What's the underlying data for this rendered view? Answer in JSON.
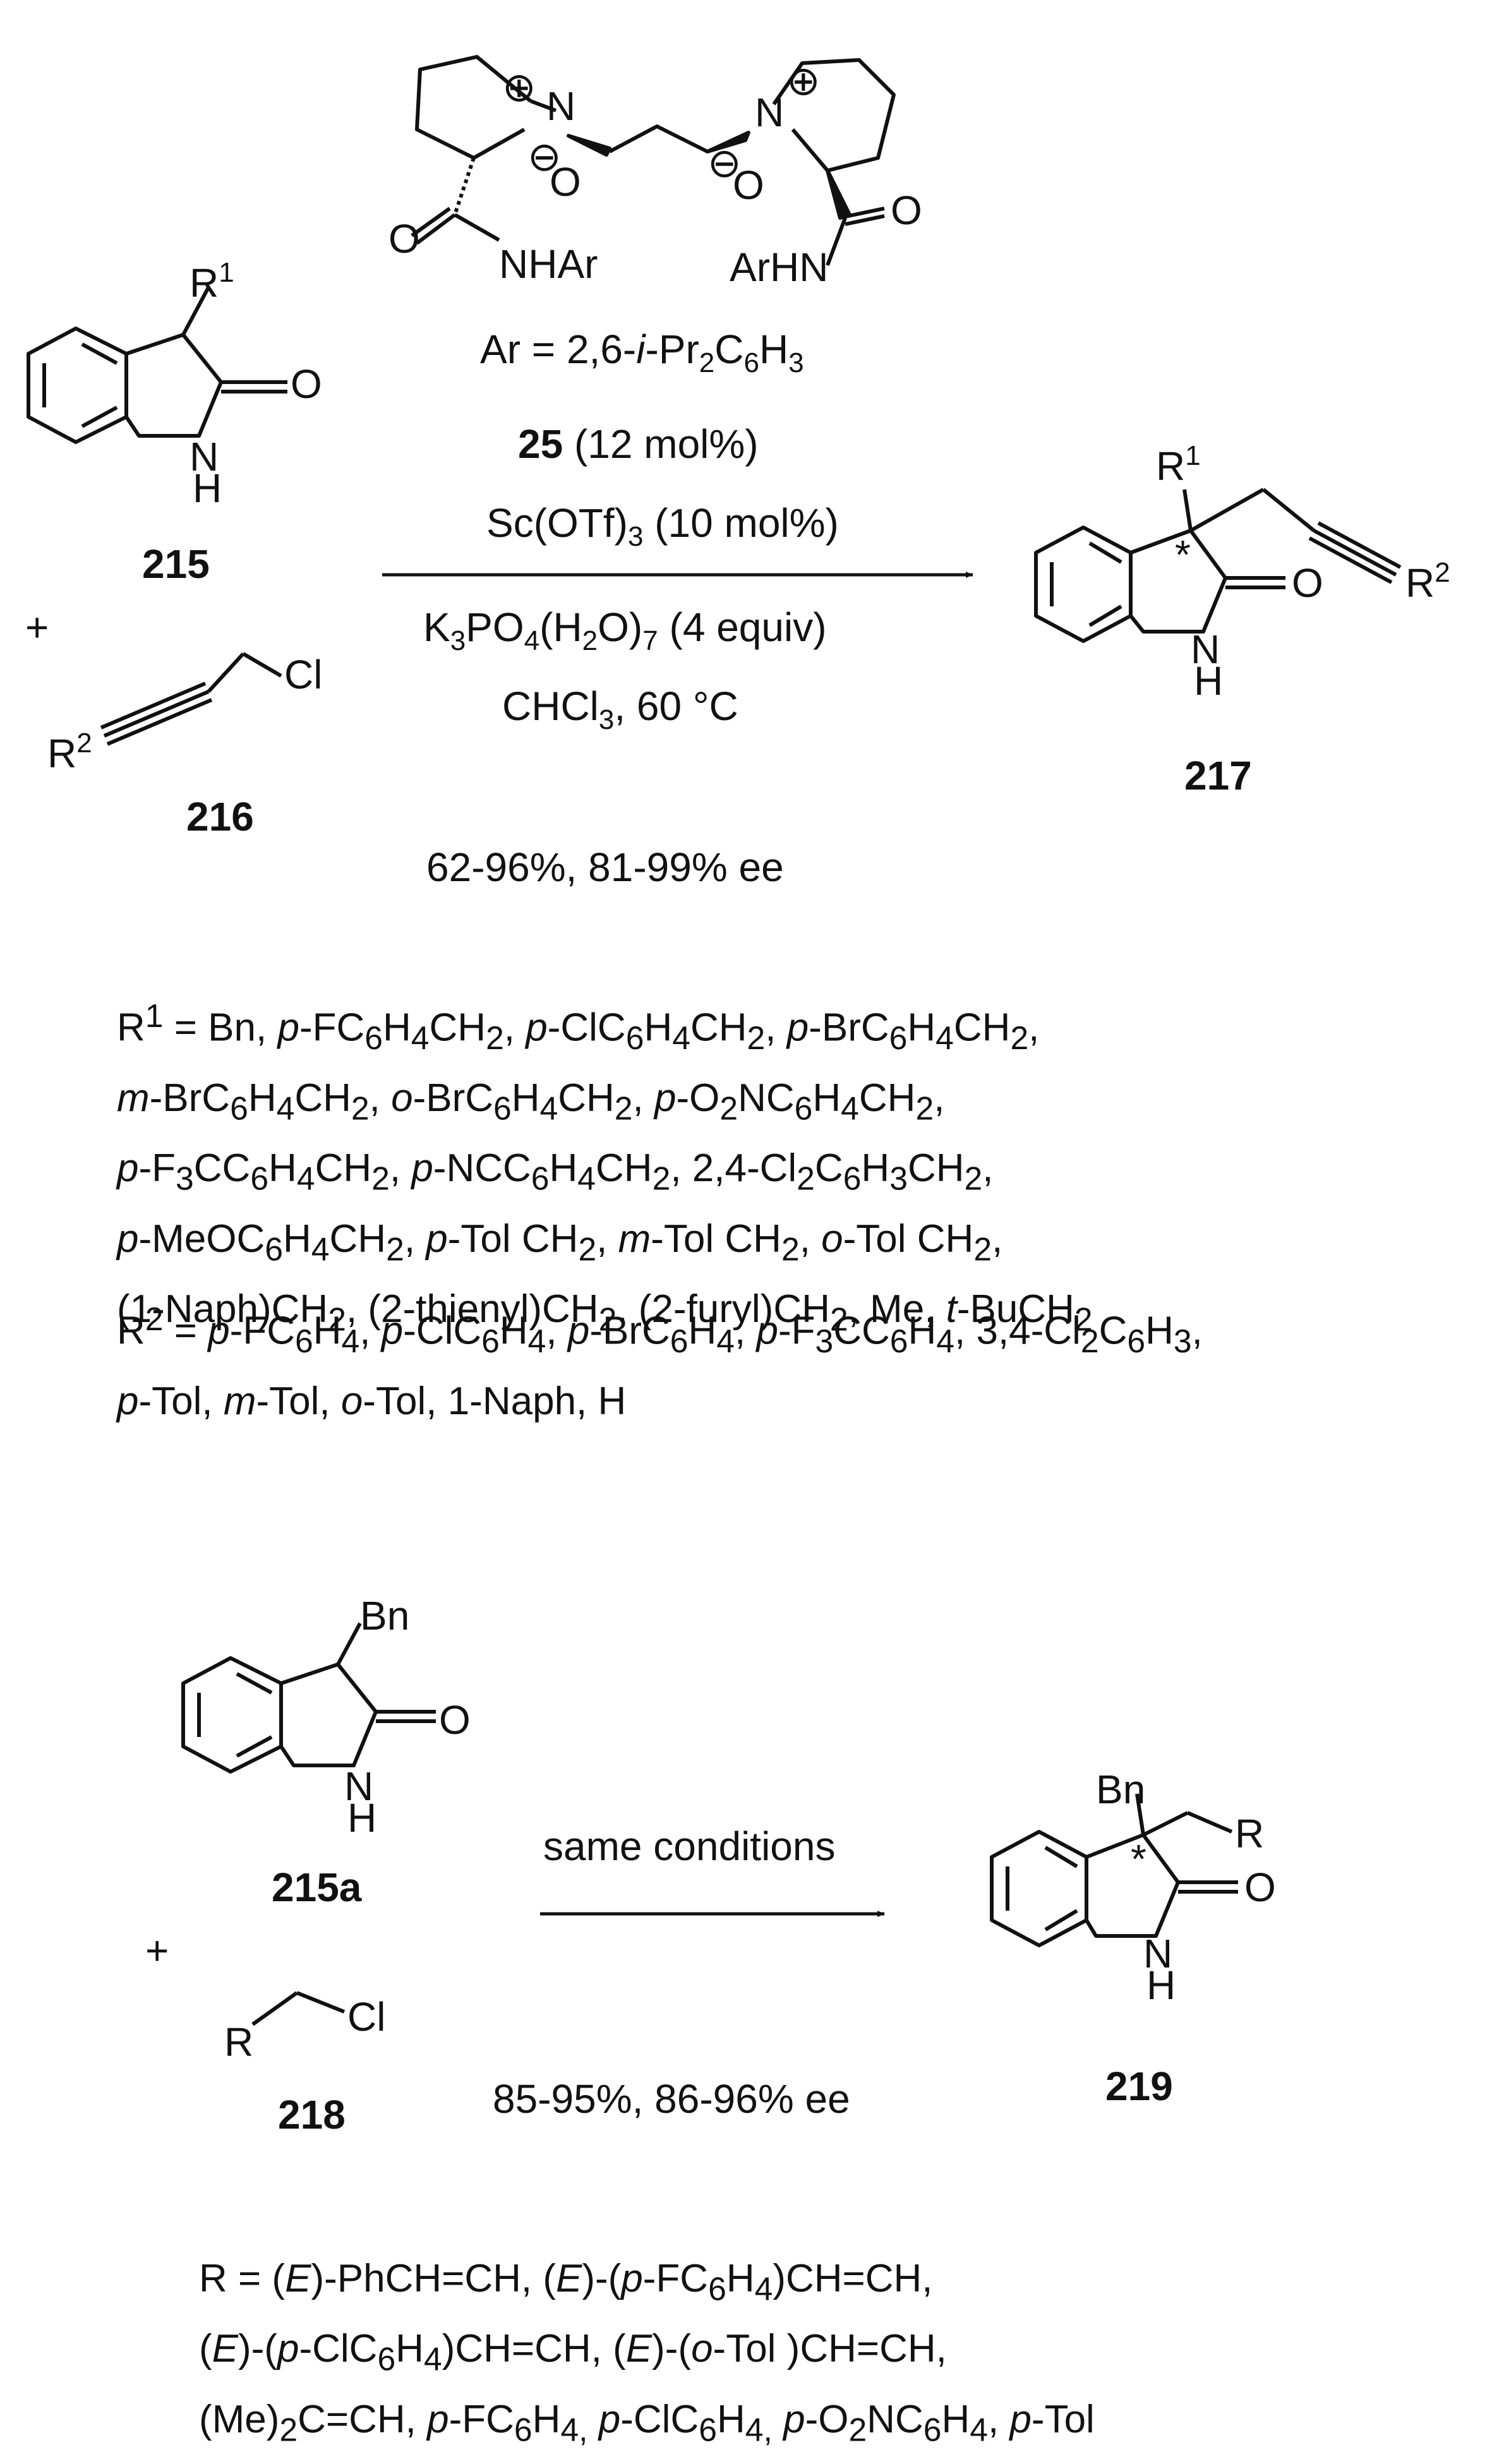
{
  "scheme1": {
    "catalyst": {
      "charge_plus": "⊕",
      "charge_minus": "⊖",
      "n_label": "N",
      "o_label": "O",
      "carbonyl_o": "O",
      "amide_left": "NHAr",
      "amide_right": "ArHN",
      "ar_def_prefix": "Ar = 2,6-",
      "ar_def_italic": "i",
      "ar_def_rest": "-Pr",
      "ar_def_sub1": "2",
      "ar_def_c": "C",
      "ar_def_sub2": "6",
      "ar_def_h": "H",
      "ar_def_sub3": "3"
    },
    "reagent_id": "25",
    "reagent_loading": " (12 mol%)",
    "cond2_a": "Sc(OTf)",
    "cond2_sub": "3",
    "cond2_b": " (10 mol%)",
    "cond3_a": "K",
    "cond3_s1": "3",
    "cond3_b": "PO",
    "cond3_s2": "4",
    "cond3_c": "(H",
    "cond3_s3": "2",
    "cond3_d": "O)",
    "cond3_s4": "7",
    "cond3_e": " (4 equiv)",
    "cond4_a": "CHCl",
    "cond4_sub": "3",
    "cond4_b": ", 60 °C",
    "substrate": {
      "r": "R",
      "r_sup": "1",
      "o": "O",
      "n": "N",
      "h": "H",
      "id": "215"
    },
    "plus": "+",
    "halide": {
      "r": "R",
      "r_sup": "2",
      "cl": "Cl",
      "id": "216"
    },
    "product": {
      "r1": "R",
      "r1_sup": "1",
      "star": "*",
      "o": "O",
      "n": "N",
      "h": "H",
      "r2": "R",
      "r2_sup": "2",
      "id": "217"
    },
    "yield": "62-96%, 81-99% ee",
    "r1_lines": [
      "R<sup>1</sup> = Bn, <i>p</i>-FC<sub>6</sub>H<sub>4</sub>CH<sub>2</sub>, <i>p</i>-ClC<sub>6</sub>H<sub>4</sub>CH<sub>2</sub>, <i>p</i>-BrC<sub>6</sub>H<sub>4</sub>CH<sub>2</sub>,",
      "<i>m</i>-BrC<sub>6</sub>H<sub>4</sub>CH<sub>2</sub>, <i>o</i>-BrC<sub>6</sub>H<sub>4</sub>CH<sub>2</sub>, <i>p</i>-O<sub>2</sub>NC<sub>6</sub>H<sub>4</sub>CH<sub>2</sub>,",
      "<i>p</i>-F<sub>3</sub>CC<sub>6</sub>H<sub>4</sub>CH<sub>2</sub>, <i>p</i>-NCC<sub>6</sub>H<sub>4</sub>CH<sub>2</sub>, 2,4-Cl<sub>2</sub>C<sub>6</sub>H<sub>3</sub>CH<sub>2</sub>,",
      "<i>p</i>-MeOC<sub>6</sub>H<sub>4</sub>CH<sub>2</sub>, <i>p</i>-Tol CH<sub>2</sub>, <i>m</i>-Tol CH<sub>2</sub>, <i>o</i>-Tol CH<sub>2</sub>,",
      "(1-Naph)CH<sub>2</sub>, (2-thienyl)CH<sub>2</sub>, (2-furyl)CH<sub>2</sub>, Me, <i>t</i>-BuCH<sub>2</sub>"
    ],
    "r2_lines": [
      "R<sup>2</sup> = <i>p</i>-FC<sub>6</sub>H<sub>4</sub>, <i>p</i>-ClC<sub>6</sub>H<sub>4</sub>, <i>p</i>-BrC<sub>6</sub>H<sub>4</sub>, <i>p</i>-F<sub>3</sub>CC<sub>6</sub>H<sub>4</sub>, 3,4-Cl<sub>2</sub>C<sub>6</sub>H<sub>3</sub>,",
      "<i>p</i>-Tol, <i>m</i>-Tol, <i>o</i>-Tol, 1-Naph, H"
    ]
  },
  "scheme2": {
    "substrate": {
      "bn": "Bn",
      "o": "O",
      "n": "N",
      "h": "H",
      "id": "215a"
    },
    "plus": "+",
    "halide": {
      "r": "R",
      "cl": "Cl",
      "id": "218"
    },
    "conditions": "same conditions",
    "yield": "85-95%, 86-96% ee",
    "product": {
      "bn": "Bn",
      "r": "R",
      "star": "*",
      "o": "O",
      "n": "N",
      "h": "H",
      "id": "219"
    },
    "r_lines": [
      "R = (<i>E</i>)-PhCH=CH, (<i>E</i>)-(<i>p</i>-FC<sub>6</sub>H<sub>4</sub>)CH=CH,",
      "(<i>E</i>)-(<i>p</i>-ClC<sub>6</sub>H<sub>4</sub>)CH=CH, (<i>E</i>)-(<i>o</i>-Tol )CH=CH,",
      "(Me)<sub>2</sub>C=CH, <i>p</i>-FC<sub>6</sub>H<sub>4,</sub> <i>p</i>-ClC<sub>6</sub>H<sub>4,</sub> <i>p</i>-O<sub>2</sub>NC<sub>6</sub>H<sub>4</sub>, <i>p</i>-Tol"
    ]
  }
}
